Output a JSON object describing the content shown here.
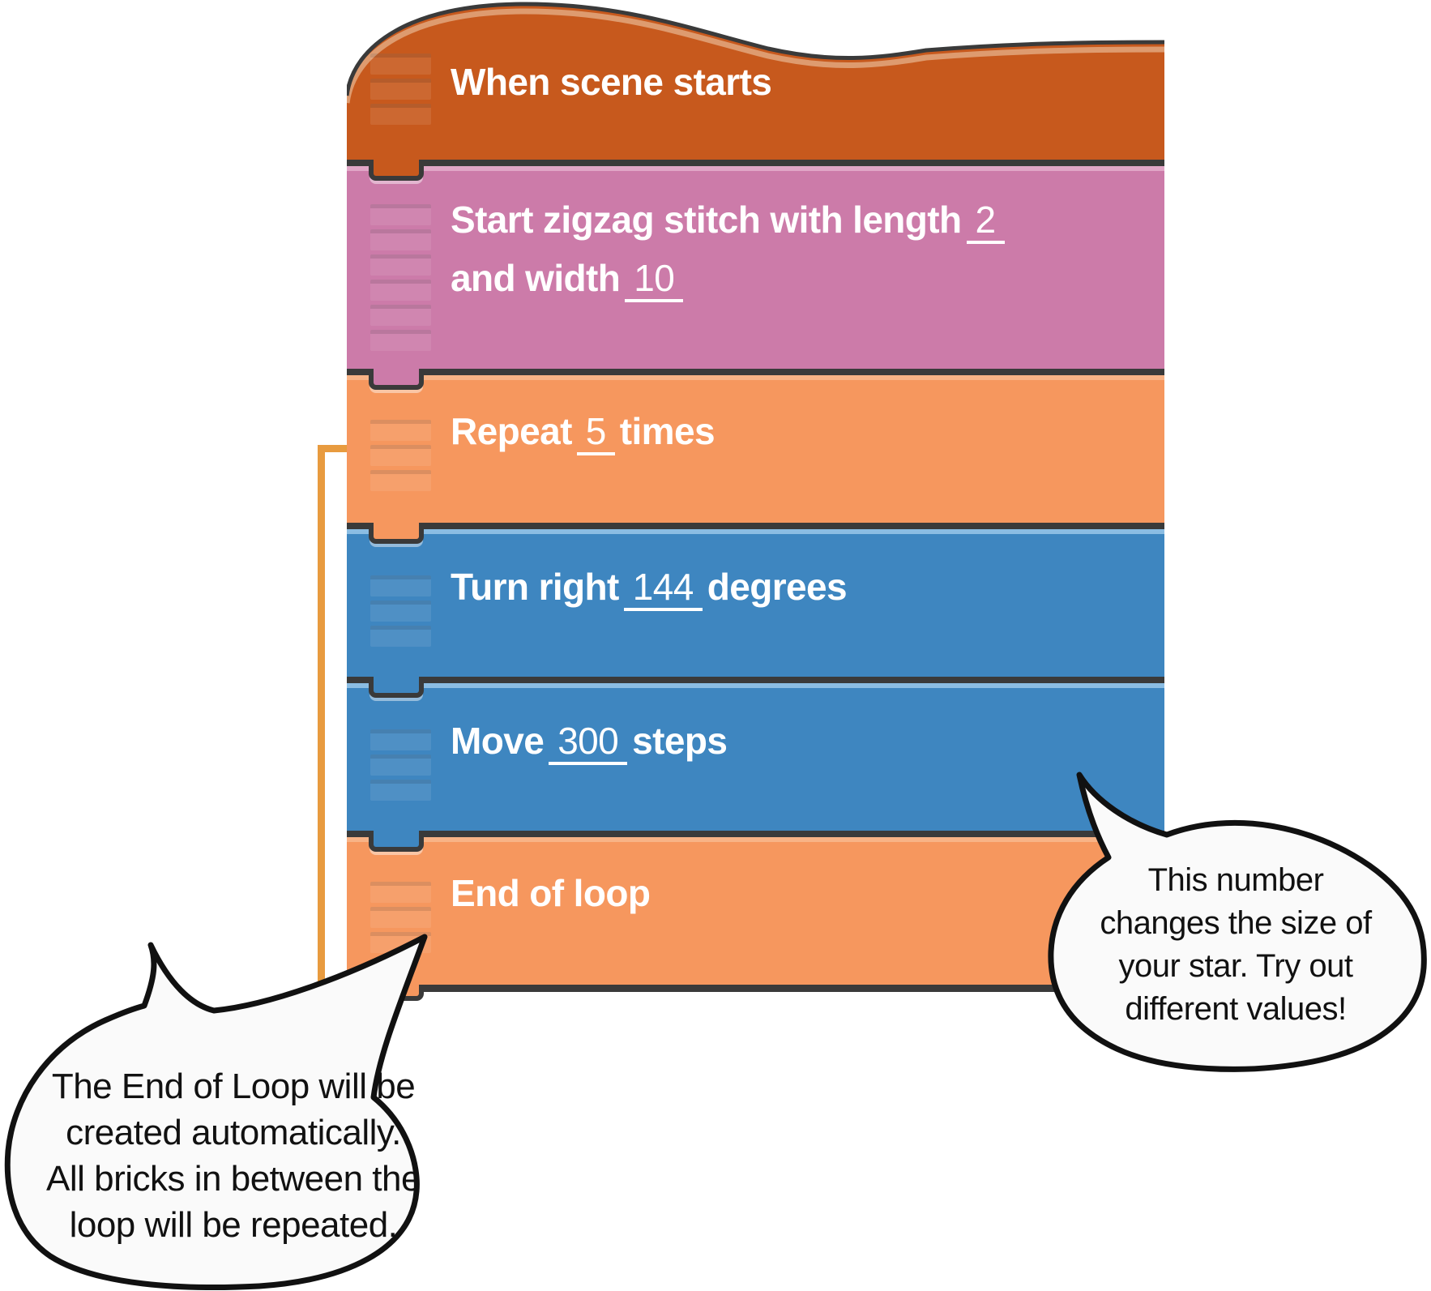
{
  "colors": {
    "brick-event": "#C7591D",
    "brick-event-hl": "#DE9B6F",
    "brick-stitch": "#CC7BA9",
    "brick-stitch-hl": "#E2A9C8",
    "brick-control": "#F6975E",
    "brick-control-hl": "#F8B488",
    "brick-motion": "#3E86C0",
    "brick-motion-hl": "#8FC0E5",
    "outline": "#3A3A3A",
    "loop-bracket": "#E89B3F",
    "bubble-fill": "#FAFAFA",
    "bubble-stroke": "#111111",
    "brick-text": "#FFFFFF"
  },
  "script": {
    "blocks": [
      {
        "id": "when-scene-starts",
        "label": "When scene starts"
      },
      {
        "id": "start-zigzag-stitch",
        "line1_before": "Start zigzag stitch with length",
        "line1_value": "2",
        "line2_before": "and width",
        "line2_value": "10"
      },
      {
        "id": "repeat",
        "before": "Repeat",
        "value": "5",
        "after": "times"
      },
      {
        "id": "turn-right",
        "before": "Turn right",
        "value": "144",
        "after": "degrees"
      },
      {
        "id": "move",
        "before": "Move",
        "value": "300",
        "after": "steps"
      },
      {
        "id": "end-of-loop",
        "label": "End of loop"
      }
    ]
  },
  "callouts": {
    "end_of_loop": {
      "lines": [
        "The End of Loop will be",
        "created automatically.",
        "All bricks in between the",
        "loop will be repeated."
      ]
    },
    "move_steps": {
      "lines": [
        "This number",
        "changes the size of",
        "your star. Try out",
        "different values!"
      ]
    }
  }
}
